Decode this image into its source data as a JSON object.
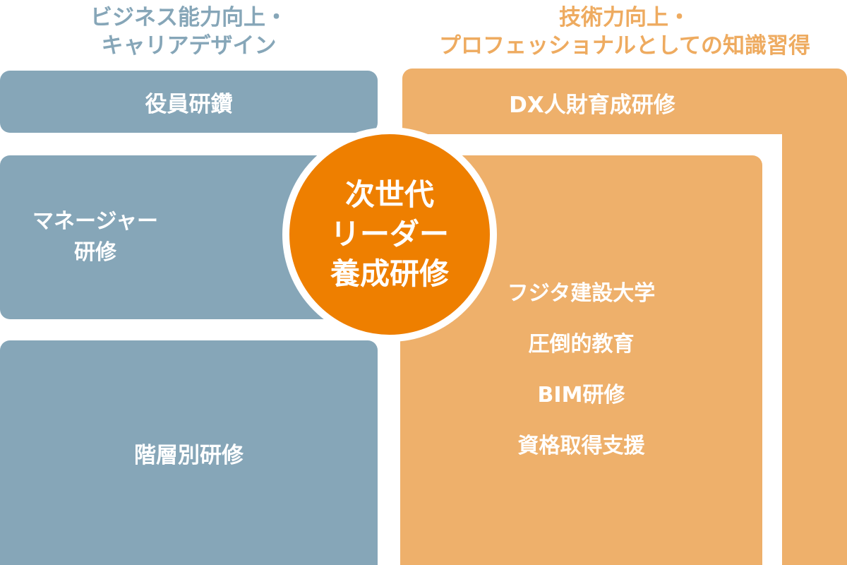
{
  "headings": {
    "left": [
      "ビジネス能力向上・",
      "キャリアデザイン"
    ],
    "right": [
      "技術力向上・",
      "プロフェッショナルとしての知識習得"
    ]
  },
  "left_boxes": {
    "executive": "役員研鑽",
    "manager": [
      "マネージャー",
      "研修"
    ],
    "tiered": "階層別研修"
  },
  "right_boxes": {
    "dx": "DX人財育成研修",
    "tech_items": [
      "フジタ建設大学",
      "圧倒的教育",
      "BIM研修",
      "資格取得支援"
    ]
  },
  "center": [
    "次世代",
    "リーダー",
    "養成研修"
  ],
  "colors": {
    "blue": "#86a6b8",
    "orange_light": "#eeb06b",
    "orange_center": "#ee7f00",
    "heading_orange": "#eeab60"
  }
}
